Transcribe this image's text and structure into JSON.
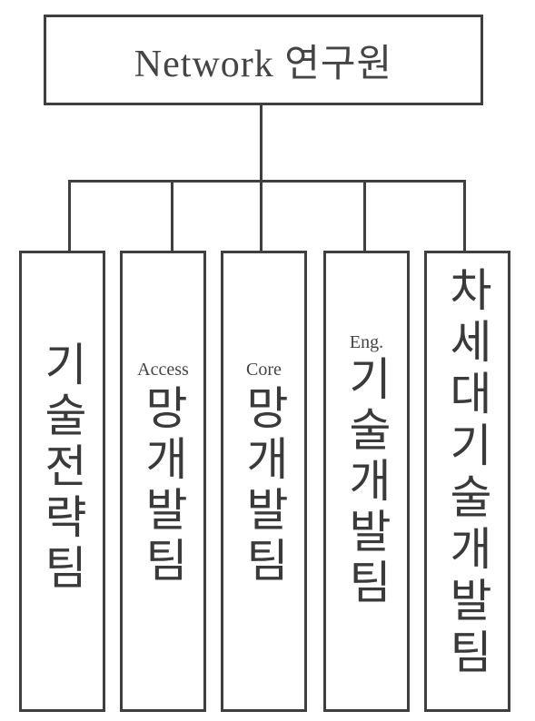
{
  "diagram": {
    "root": {
      "label": "Network 연구원"
    },
    "teams": [
      {
        "prefix": "",
        "name": "기술전략팀"
      },
      {
        "prefix": "Access",
        "name": "망개발팀"
      },
      {
        "prefix": "Core",
        "name": "망개발팀"
      },
      {
        "prefix": "Eng.",
        "name": "기술개발팀"
      },
      {
        "prefix": "",
        "name": "차세대기술개발팀"
      }
    ]
  }
}
